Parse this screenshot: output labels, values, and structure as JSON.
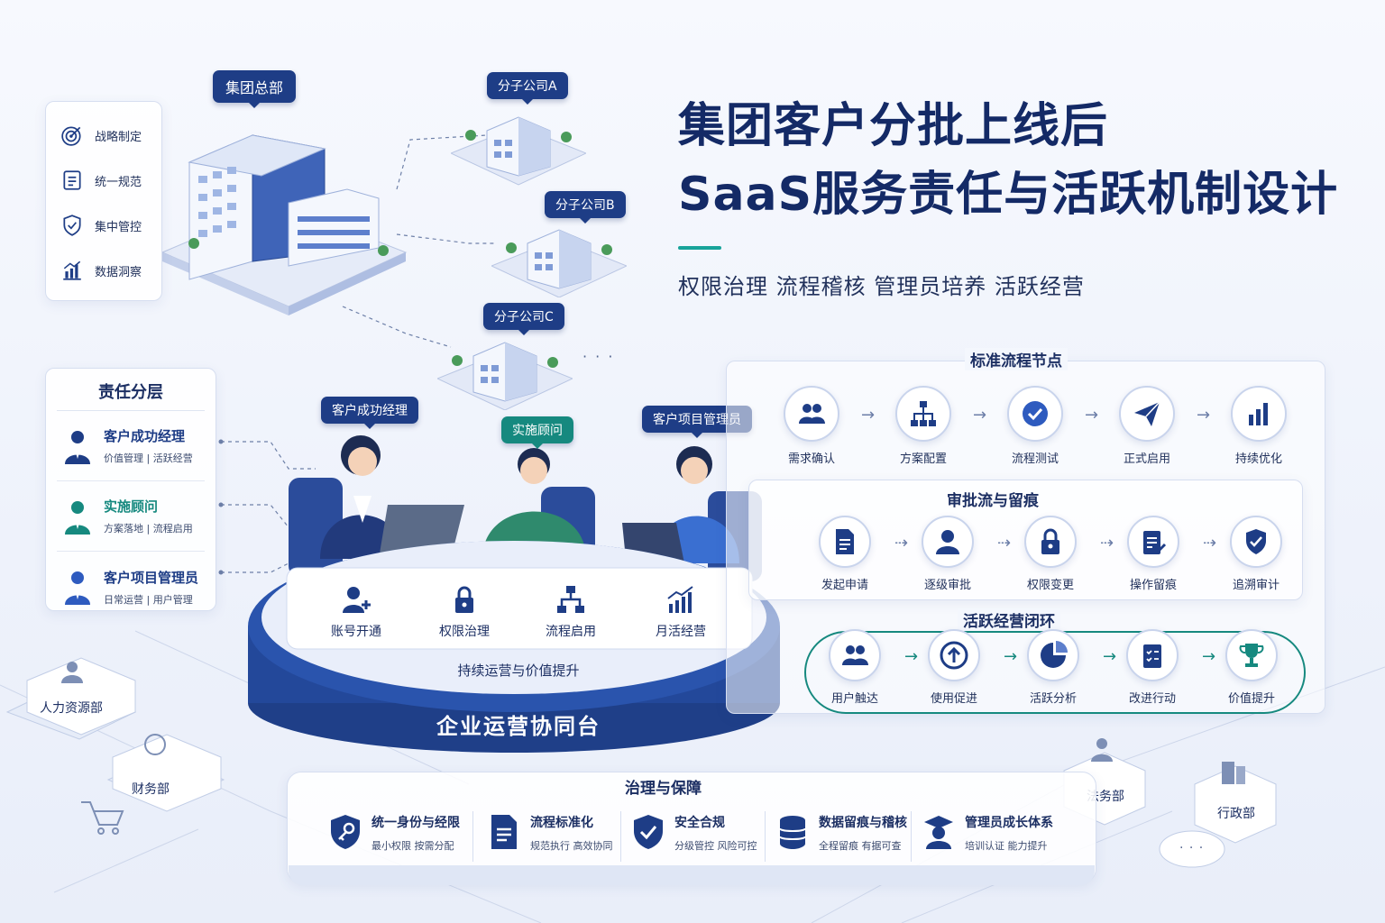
{
  "title": {
    "line1": "集团客户分批上线后",
    "line2": "SaaS服务责任与活跃机制设计",
    "subtitle": "权限治理  流程稽核  管理员培养  活跃经营"
  },
  "org": {
    "hq_label": "集团总部",
    "branches": [
      "分子公司A",
      "分子公司B",
      "分子公司C"
    ],
    "more": "· · ·",
    "functions": [
      "战略制定",
      "统一规范",
      "集中管控",
      "数据洞察"
    ]
  },
  "responsibility": {
    "title": "责任分层",
    "roles": [
      {
        "name": "客户成功经理",
        "desc": "价值管理 | 活跃经营"
      },
      {
        "name": "实施顾问",
        "desc": "方案落地 | 流程启用"
      },
      {
        "name": "客户项目管理员",
        "desc": "日常运营 | 用户管理"
      }
    ]
  },
  "team_tags": [
    "客户成功经理",
    "实施顾问",
    "客户项目管理员"
  ],
  "platform": {
    "modules": [
      "账号开通",
      "权限治理",
      "流程启用",
      "月活经营"
    ],
    "ring_text": "持续运营与价值提升",
    "name": "企业运营协同台"
  },
  "process": {
    "standard": {
      "title": "标准流程节点",
      "steps": [
        "需求确认",
        "方案配置",
        "流程测试",
        "正式启用",
        "持续优化"
      ]
    },
    "approval": {
      "title": "审批流与留痕",
      "steps": [
        "发起申请",
        "逐级审批",
        "权限变更",
        "操作留痕",
        "追溯审计"
      ]
    },
    "active": {
      "title": "活跃经营闭环",
      "steps": [
        "用户触达",
        "使用促进",
        "活跃分析",
        "改进行动",
        "价值提升"
      ]
    }
  },
  "governance": {
    "title": "治理与保障",
    "items": [
      {
        "name": "统一身份与经限",
        "desc": "最小权限  按需分配"
      },
      {
        "name": "流程标准化",
        "desc": "规范执行  高效协同"
      },
      {
        "name": "安全合规",
        "desc": "分级管控  风险可控"
      },
      {
        "name": "数据留痕与稽核",
        "desc": "全程留痕  有据可查"
      },
      {
        "name": "管理员成长体系",
        "desc": "培训认证  能力提升"
      }
    ]
  },
  "departments": [
    "人力资源部",
    "财务部",
    "法务部",
    "行政部"
  ],
  "more_dots": "· · ·",
  "colors": {
    "navy": "#1e3d86",
    "teal": "#16897f",
    "title": "#142a66"
  }
}
